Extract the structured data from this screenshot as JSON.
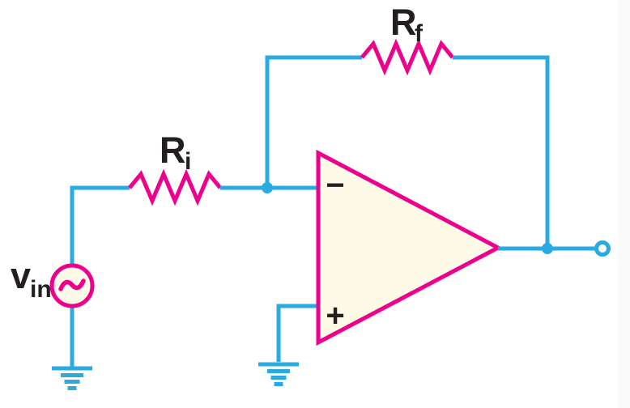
{
  "title": "Inverting op-amp amplifier circuit diagram",
  "colors": {
    "wire": "#29ABE2",
    "component": "#EC008C",
    "device_fill": "#FDFBE7",
    "label": "#231F20",
    "background": "#FFFFFF",
    "edge_strip": "#FAFAFA"
  },
  "labels": {
    "input_source": {
      "main": "v",
      "sub": "in"
    },
    "input_resistor": {
      "main": "R",
      "sub": "i"
    },
    "feedback_resistor": {
      "main": "R",
      "sub": "f"
    },
    "op_amp": {
      "inverting": "−",
      "non_inverting": "+"
    }
  }
}
